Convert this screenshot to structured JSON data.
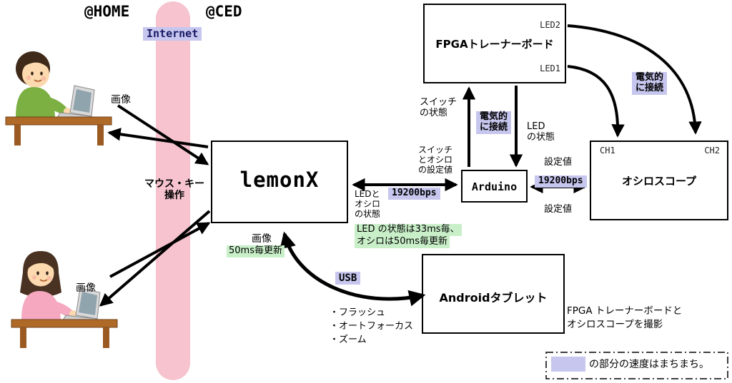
{
  "colors": {
    "lavender": "#c6c6ee",
    "green": "#c9efc9",
    "pink_band": "#f6c3ce",
    "internet_text": "#1a1a66"
  },
  "header": {
    "home": "@HOME",
    "ced": "@CED",
    "internet": "Internet"
  },
  "boxes": {
    "lemonx": {
      "title": "lemonX"
    },
    "fpga": {
      "title": "FPGAトレーナーボード",
      "led2": "LED2",
      "led1": "LED1"
    },
    "arduino": {
      "title": "Arduino"
    },
    "oscilloscope": {
      "title": "オシロスコープ",
      "ch1": "CH1",
      "ch2": "CH2"
    },
    "tablet": {
      "title": "Androidタブレット"
    }
  },
  "labels": {
    "image_top": "画像",
    "image_bottom": "画像",
    "image_mid": "画像",
    "mouse_key": [
      "マウス・キー",
      "操作"
    ],
    "switch_state": [
      "スイッチ",
      "の状態"
    ],
    "electric_left": [
      "電気的",
      "に接続"
    ],
    "led_state": [
      "LED",
      "の状態"
    ],
    "electric_right": [
      "電気的",
      "に接続"
    ],
    "switch_osc_setting": [
      "スイッチ",
      "とオシロ",
      "の設定値"
    ],
    "bps_left": "19200bps",
    "led_osc_state": [
      "LEDと",
      "オシロ",
      "の状態"
    ],
    "setting_top": "設定値",
    "setting_bottom": "設定値",
    "bps_right": "19200bps",
    "green_note": [
      "LED の状態は33ms毎、",
      "オシロは50ms毎更新"
    ],
    "update_50ms": "50ms毎更新",
    "usb": "USB",
    "tablet_features": [
      "・フラッシュ",
      "・オートフォーカス",
      "・ズーム"
    ],
    "capture_note": [
      "FPGA トレーナーボードと",
      "オシロスコープを撮影"
    ],
    "legend_text": "の部分の速度はまちまち。"
  }
}
